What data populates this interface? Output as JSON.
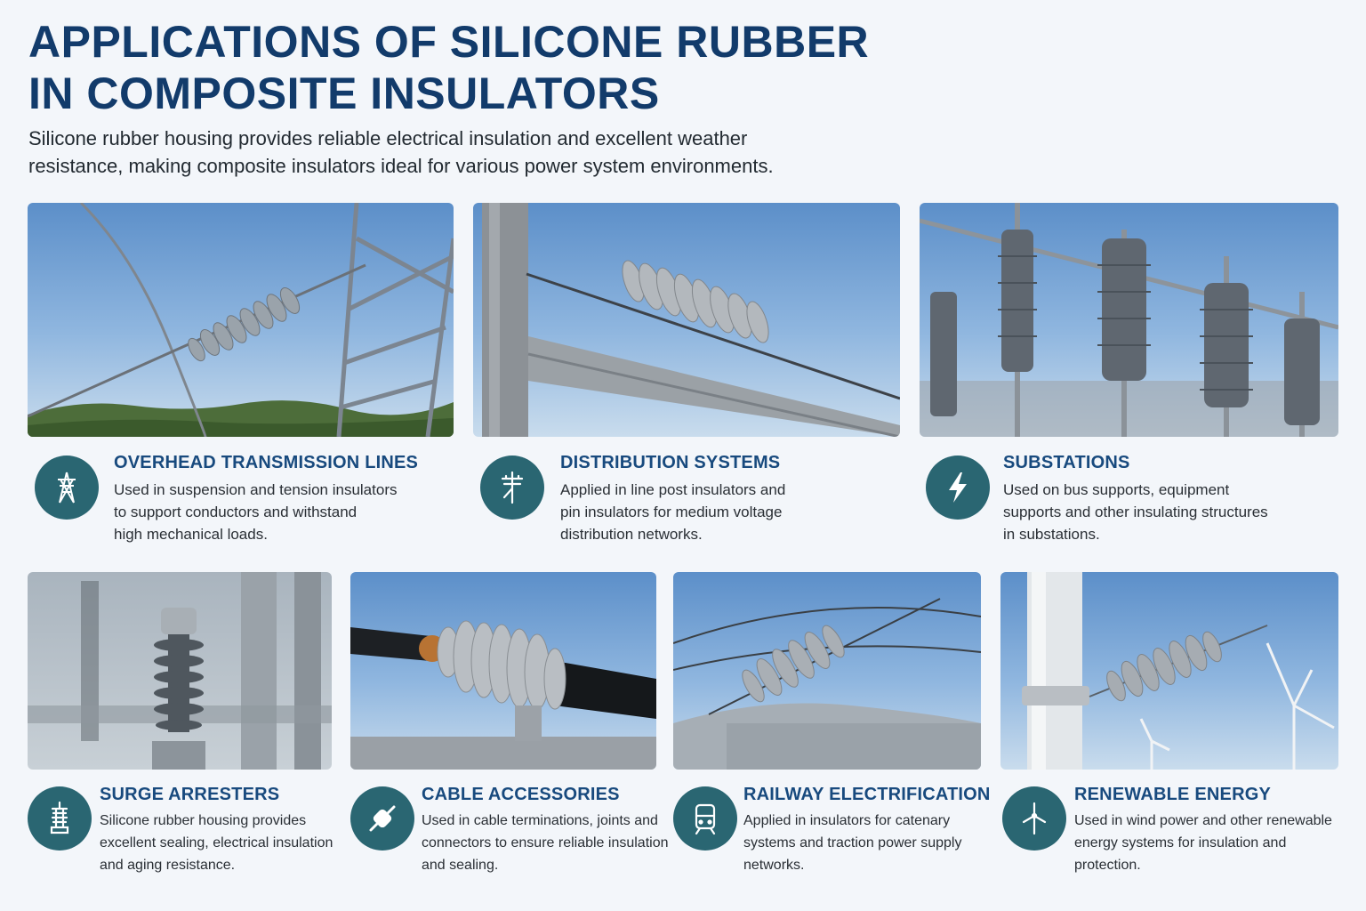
{
  "header": {
    "title_line1": "APPLICATIONS OF SILICONE RUBBER",
    "title_line2": "IN COMPOSITE INSULATORS",
    "subtitle_line1": "Silicone rubber housing provides reliable electrical insulation and excellent weather",
    "subtitle_line2": "resistance, making composite insulators ideal for various power system environments."
  },
  "colors": {
    "title": "#123b6b",
    "card_title": "#184a7e",
    "icon_circle": "#2a6672",
    "background": "#f3f6fa"
  },
  "cards": [
    {
      "icon": "transmission-tower-icon",
      "title": "OVERHEAD TRANSMISSION LINES",
      "desc1": "Used in suspension and tension insulators",
      "desc2": "to support conductors and withstand",
      "desc3": "high mechanical loads."
    },
    {
      "icon": "utility-pole-icon",
      "title": "DISTRIBUTION SYSTEMS",
      "desc1": "Applied in line post insulators and",
      "desc2": "pin insulators for medium voltage",
      "desc3": "distribution networks."
    },
    {
      "icon": "lightning-bolt-icon",
      "title": "SUBSTATIONS",
      "desc1": "Used on bus supports, equipment",
      "desc2": "supports and other insulating structures",
      "desc3": "in substations."
    },
    {
      "icon": "surge-arrester-icon",
      "title": "SURGE ARRESTERS",
      "desc1": "Silicone rubber housing provides",
      "desc2": "excellent sealing, electrical insulation",
      "desc3": "and aging resistance."
    },
    {
      "icon": "cable-connector-icon",
      "title": "CABLE ACCESSORIES",
      "desc1": "Used in cable terminations, joints and",
      "desc2": "connectors to ensure reliable insulation",
      "desc3": "and sealing."
    },
    {
      "icon": "train-icon",
      "title": "RAILWAY ELECTRIFICATION",
      "desc1": "Applied in insulators for catenary",
      "desc2": "systems and traction power supply",
      "desc3": "networks."
    },
    {
      "icon": "wind-turbine-icon",
      "title": "RENEWABLE ENERGY",
      "desc1": "Used in wind power and other renewable",
      "desc2": "energy systems for insulation and",
      "desc3": "protection."
    }
  ]
}
